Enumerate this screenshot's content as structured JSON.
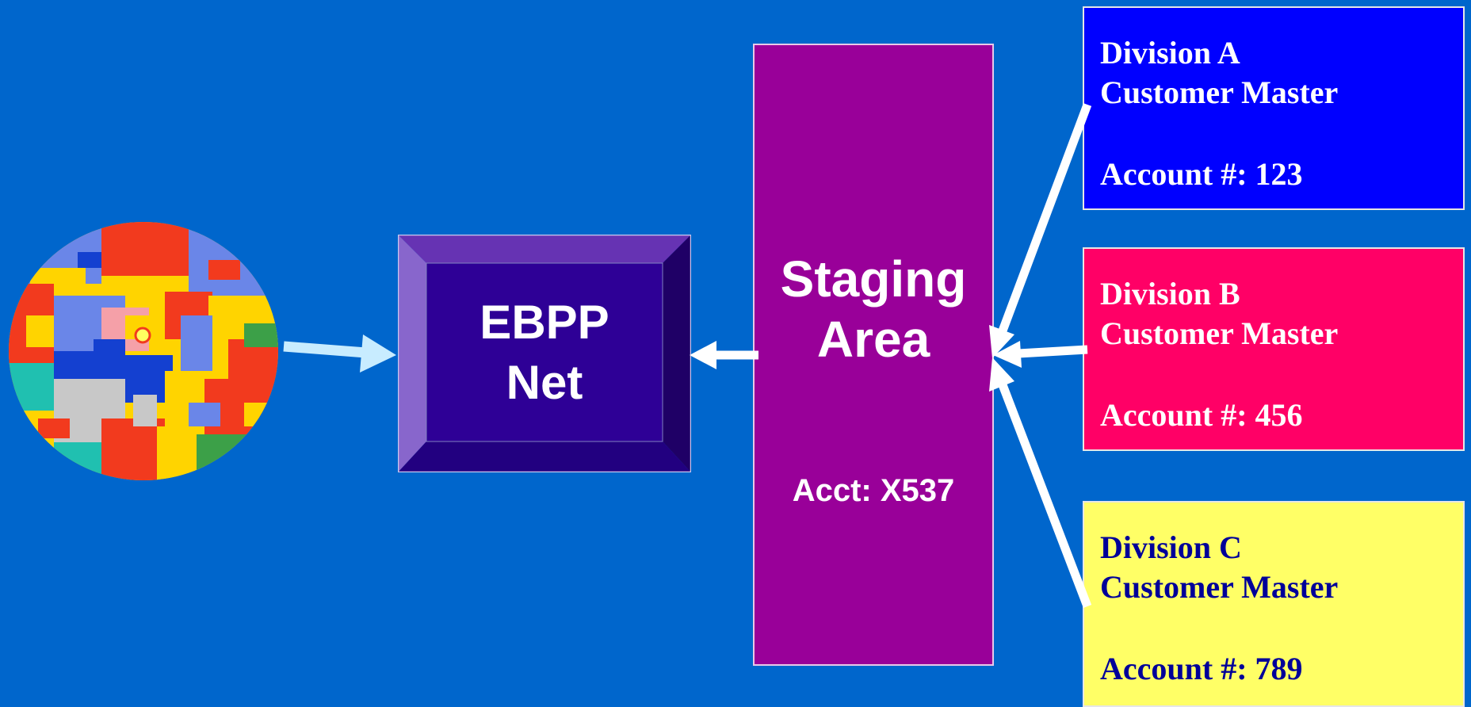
{
  "colors": {
    "background": "#0066CC",
    "ebpp_face": "#2E0096",
    "staging_fill": "#990099",
    "division_a": "#0000FF",
    "division_b": "#FF0066",
    "division_c": "#FFFF66",
    "arrow_white": "#FFFFFF",
    "arrow_light": "#C8ECFF"
  },
  "clipart": {
    "icon": "abstract-mosaic-globe-icon"
  },
  "ebpp": {
    "line1": "EBPP",
    "line2": "Net"
  },
  "staging": {
    "line1": "Staging",
    "line2": "Area",
    "account": "Acct: X537"
  },
  "divisions": [
    {
      "name": "Division A",
      "subtitle": "Customer Master",
      "account": "Account #:  123"
    },
    {
      "name": "Division B",
      "subtitle": "Customer Master",
      "account": "Account #: 456"
    },
    {
      "name": "Division C",
      "subtitle": "Customer Master",
      "account": "Account #:  789"
    }
  ]
}
